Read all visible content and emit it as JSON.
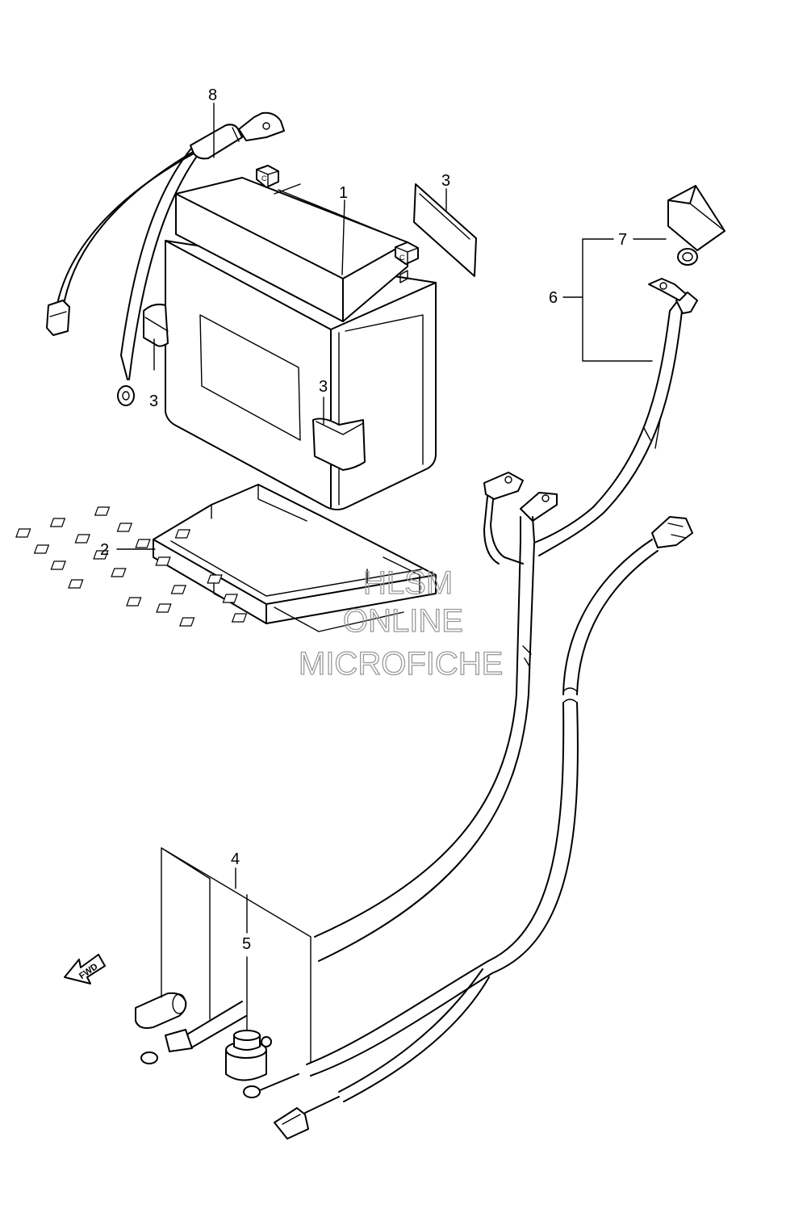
{
  "callouts": {
    "c1": "1",
    "c2": "2",
    "c3a": "3",
    "c3b": "3",
    "c3c": "3",
    "c4": "4",
    "c5": "5",
    "c6": "6",
    "c7": "7",
    "c8": "8"
  },
  "direction_arrow": {
    "label": "FWD"
  },
  "watermark": {
    "line1": "HLSM",
    "line2": "ONLINE",
    "line3": "MICROFICHE"
  },
  "colors": {
    "line": "#000000",
    "background": "#ffffff",
    "watermark": "#9a9a9a"
  }
}
